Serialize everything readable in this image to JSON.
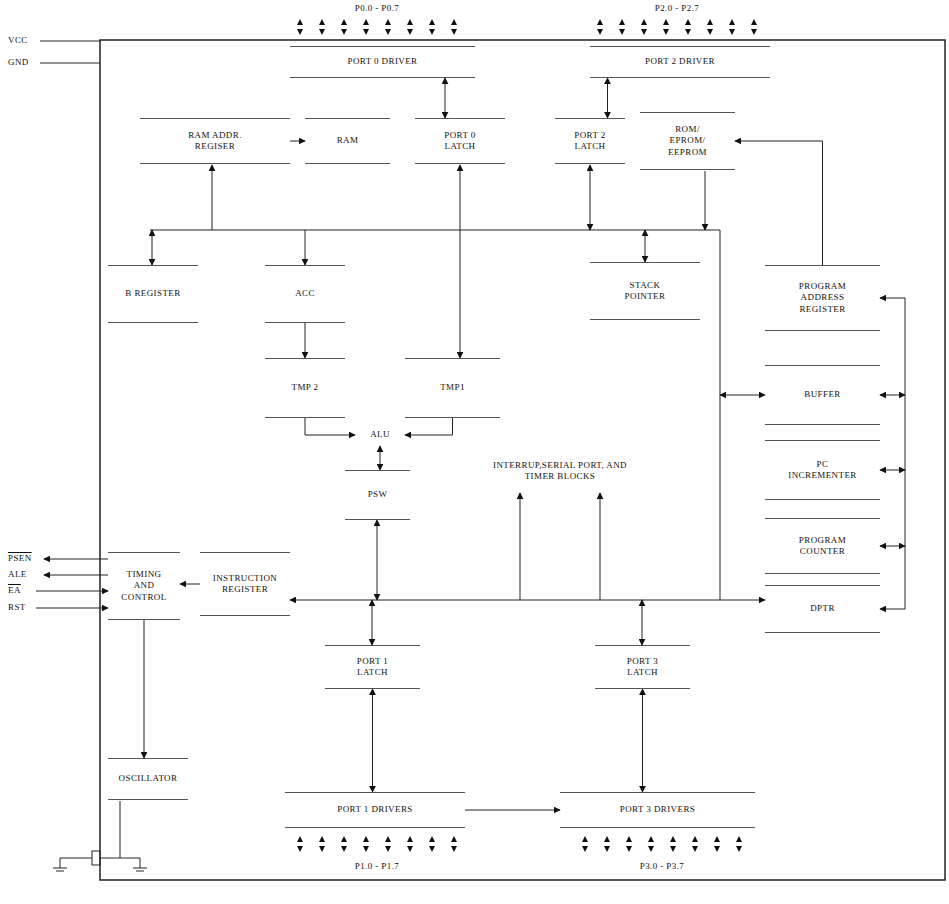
{
  "diagram": {
    "nodes": [
      {
        "text": [
          "PORT 0 DRIVER"
        ]
      },
      {
        "text": [
          "PORT 2 DRIVER"
        ]
      },
      {
        "text": [
          "RAM ADDR. REGISER"
        ]
      },
      {
        "text": [
          "RAM"
        ]
      },
      {
        "text": [
          "PORT 0 LATCH"
        ]
      },
      {
        "text": [
          "PORT 2 LATCH"
        ]
      },
      {
        "text": [
          "ROM/ EPROM/ EEPROM"
        ]
      },
      {
        "text": [
          "B REGISTER"
        ]
      },
      {
        "text": [
          "ACC"
        ]
      },
      {
        "text": [
          "STACK POINTER"
        ]
      },
      {
        "text": [
          "PROGRAM ADDRESS REGISTER"
        ]
      },
      {
        "text": [
          "TMP 2"
        ]
      },
      {
        "text": [
          "TMP1"
        ]
      },
      {
        "text": [
          "BUFFER"
        ]
      },
      {
        "text": [
          "ALU"
        ]
      },
      {
        "text": [
          "PC INCREMENTER"
        ]
      },
      {
        "text": [
          "PSW"
        ]
      },
      {
        "text": [
          "INTERRUP,SERIAL PORT, AND TIMER BLOCKS"
        ]
      },
      {
        "text": [
          "PROGRAM COUNTER"
        ]
      },
      {
        "text": [
          "TIMING AND CONTROL"
        ]
      },
      {
        "text": [
          "INSTRUCTION REGISTER"
        ]
      },
      {
        "text": [
          "DPTR"
        ]
      },
      {
        "text": [
          "PORT 1 LATCH"
        ]
      },
      {
        "text": [
          "PORT 3 LATCH"
        ]
      },
      {
        "text": [
          "OSCILLATOR"
        ]
      },
      {
        "text": [
          "PORT 1 DRIVERS"
        ]
      },
      {
        "text": [
          "PORT 3 DRIVERS"
        ]
      }
    ],
    "edges": [
      {
        "from": 4,
        "to": 0,
        "arrow": "both"
      },
      {
        "from": 5,
        "to": 1,
        "arrow": "both"
      },
      {
        "from": 2,
        "to": 3,
        "arrow": "to"
      },
      {
        "from": 10,
        "to": 6,
        "arrow": "to"
      },
      {
        "from": 8,
        "to": 11,
        "arrow": "to"
      },
      {
        "from": 11,
        "to": 14,
        "arrow": "to"
      },
      {
        "from": 12,
        "to": 14,
        "arrow": "to"
      },
      {
        "from": 14,
        "to": 16,
        "arrow": "both"
      },
      {
        "from": 22,
        "to": 25,
        "arrow": "both"
      },
      {
        "from": 23,
        "to": 26,
        "arrow": "both"
      },
      {
        "from": 25,
        "to": 26,
        "arrow": "to"
      },
      {
        "from": 19,
        "to": 24,
        "arrow": "to"
      },
      {
        "from": 20,
        "to": 19,
        "arrow": "to"
      }
    ],
    "labels": [
      "P0.0 - P0.7",
      "P2.0 - P2.7",
      "VCC",
      "GND",
      "PSEN",
      "ALE",
      "EA",
      "RST",
      "P1.0 - P1.7",
      "P3.0 - P3.7"
    ]
  }
}
